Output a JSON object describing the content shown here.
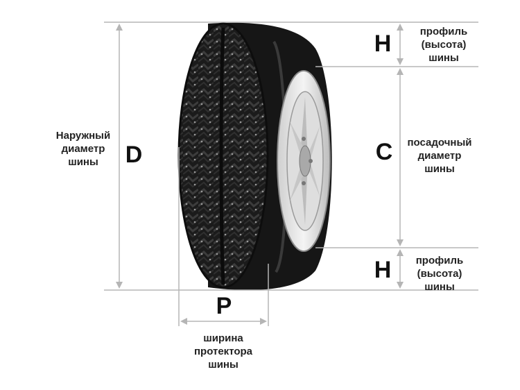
{
  "labels": {
    "outer_diameter": {
      "letter": "D",
      "lines": [
        "Наружный",
        "диаметр",
        "шины"
      ]
    },
    "profile_top": {
      "letter": "H",
      "lines": [
        "профиль",
        "(высота)",
        "шины"
      ]
    },
    "rim_diameter": {
      "letter": "C",
      "lines": [
        "посадочный",
        "диаметр",
        "шины"
      ]
    },
    "profile_bottom": {
      "letter": "H",
      "lines": [
        "профиль",
        "(высота)",
        "шины"
      ]
    },
    "tread_width": {
      "letter": "P",
      "lines": [
        "ширина",
        "протектора",
        "шины"
      ]
    }
  },
  "colors": {
    "line": "#b5b5b5",
    "tire_dark": "#1a1a1a",
    "rim_light": "#e6e6e6"
  }
}
